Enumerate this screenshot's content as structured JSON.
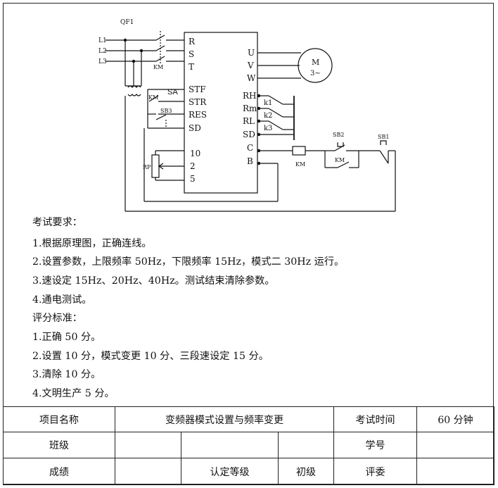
{
  "diagram": {
    "breaker": "QF1",
    "lines": [
      "L1",
      "L2",
      "L3"
    ],
    "contactor": "KM",
    "vfd_inputs": [
      "R",
      "S",
      "T"
    ],
    "vfd_outputs": [
      "U",
      "V",
      "W"
    ],
    "motor": {
      "label": "M",
      "phase": "3~"
    },
    "control_terminals": [
      "STF",
      "STR",
      "RES",
      "SD"
    ],
    "analog_terminals": [
      "10",
      "2",
      "5"
    ],
    "speed_terminals": [
      "RH",
      "Rm",
      "RL",
      "SD",
      "C",
      "B"
    ],
    "switch_sa": "SA",
    "button_sb3": "SB3",
    "pot": "RP",
    "speed_switches": [
      "k1",
      "k2",
      "k3"
    ],
    "button_sb2": "SB2",
    "button_sb1": "SB1",
    "coil": "KM",
    "km_contact": "KM",
    "km_aux": "KM"
  },
  "requirements": {
    "heading": "考试要求：",
    "items": [
      "1.根据原理图，正确连线。",
      "2.设置参数，上限频率 50Hz，下限频率 15Hz，模式二 30Hz 运行。",
      "3.速设定 15Hz、20Hz、40Hz。测试结束清除参数。",
      "4.通电测试。"
    ]
  },
  "scoring": {
    "heading": "评分标准：",
    "items": [
      "1.正确 50 分。",
      "2.设置 10 分，模式变更 10 分、三段速设定 15 分。",
      "3.清除 10 分。",
      "4.文明生产 5 分。"
    ]
  },
  "table": {
    "project_name_label": "项目名称",
    "project_name": "变频器模式设置与频率变更",
    "exam_time_label": "考试时间",
    "exam_time": "60 分钟",
    "class_label": "班级",
    "student_id_label": "学号",
    "score_label": "成绩",
    "level_label": "认定等级",
    "level": "初级",
    "judge_label": "评委"
  }
}
